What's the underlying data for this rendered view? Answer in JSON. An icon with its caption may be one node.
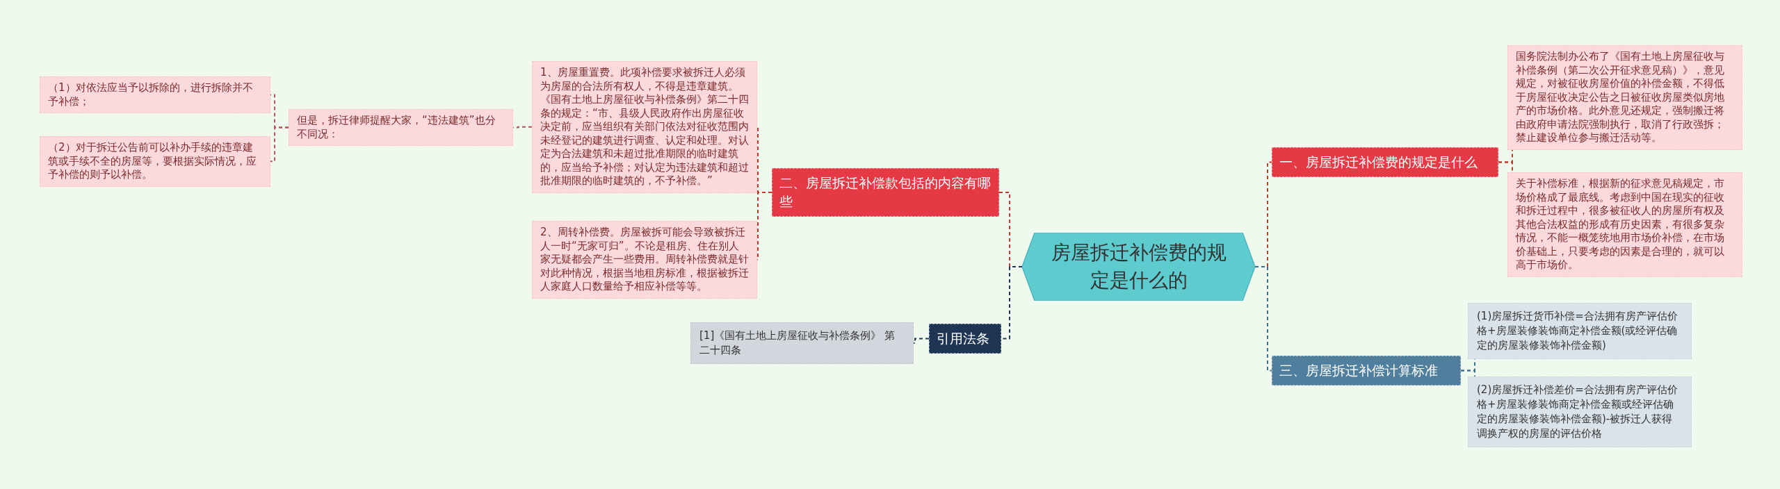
{
  "diagram": {
    "nodes": [
      {
        "text": [
          "房屋拆迁补偿费的规定是什么的"
        ]
      },
      {
        "text": [
          "一、房屋拆迁补偿费的规定是什么"
        ]
      },
      {
        "text": [
          "国务院法制办公布了《国有土地上房屋征收与补偿条例（第二次公开征求意见稿）》，意见规定，对被征收房屋价值的补偿金额，不得低于房屋征收决定公告之日被征收房屋类似房地产的市场价格。此外意见还规定，强制搬迁将由政府申请法院强制执行，取消了行政强拆；禁止建设单位参与搬迁活动等。"
        ]
      },
      {
        "text": [
          "关于补偿标准，根据新的征求意见稿规定，市场价格成了最底线。考虑到中国在现实的征收和拆迁过程中，很多被征收人的房屋所有权及其他合法权益的形成有历史因素，有很多复杂情况，不能一概笼统地用市场价补偿，在市场价基础上，只要考虑的因素是合理的，就可以高于市场价。"
        ]
      },
      {
        "text": [
          "三、房屋拆迁补偿计算标准"
        ]
      },
      {
        "text": [
          "(1)房屋拆迁货币补偿=合法拥有房产评估价格+房屋装修装饰商定补偿金额(或经评估确定的房屋装修装饰补偿金额)"
        ]
      },
      {
        "text": [
          "(2)房屋拆迁补偿差价=合法拥有房产评估价格+房屋装修装饰商定补偿金额或经评估确定的房屋装修装饰补偿金额)-被拆迁人获得调换产权的房屋的评估价格"
        ]
      },
      {
        "text": [
          "二、房屋拆迁补偿款包括的内容有哪些"
        ]
      },
      {
        "text": [
          "1、房屋重置费。此项补偿要求被拆迁人必须为房屋的合法所有权人，不得是违章建筑。《国有土地上房屋征收与补偿条例》第二十四条的规定：“市、县级人民政府作出房屋征收决定前，应当组织有关部门依法对征收范围内未经登记的建筑进行调查、认定和处理。对认定为合法建筑和未超过批准期限的临时建筑的，应当给予补偿；对认定为违法建筑和超过批准期限的临时建筑的，不予补偿。”"
        ]
      },
      {
        "text": [
          "2、周转补偿费。房屋被拆可能会导致被拆迁人一时“无家可归”。不论是租房、住在别人家无疑都会产生一些费用。周转补偿费就是针对此种情况，根据当地租房标准，根据被拆迁人家庭人口数量给予相应补偿等等。"
        ]
      },
      {
        "text": [
          "但是，拆迁律师提醒大家，“违法建筑”也分不同况："
        ]
      },
      {
        "text": [
          "（1）对依法应当予以拆除的，进行拆除并不予补偿；"
        ]
      },
      {
        "text": [
          "（2）对于拆迁公告前可以补办手续的违章建筑或手续不全的房屋等，要根据实际情况，应予补偿的则予以补偿。"
        ]
      },
      {
        "text": [
          "引用法条"
        ]
      },
      {
        "text": [
          "[1]《国有土地上房屋征收与补偿条例》 第二十四条"
        ]
      }
    ],
    "edges": [
      {
        "from": 0,
        "to": 1,
        "arrow": "none",
        "style": "dashed",
        "color": "#c0392b"
      },
      {
        "from": 1,
        "to": 2,
        "arrow": "none",
        "style": "dashed",
        "color": "#c0392b"
      },
      {
        "from": 1,
        "to": 3,
        "arrow": "none",
        "style": "dashed",
        "color": "#c0392b"
      },
      {
        "from": 0,
        "to": 4,
        "arrow": "none",
        "style": "dashed",
        "color": "#3d6e8f"
      },
      {
        "from": 4,
        "to": 5,
        "arrow": "none",
        "style": "dashed",
        "color": "#3d6e8f"
      },
      {
        "from": 4,
        "to": 6,
        "arrow": "none",
        "style": "dashed",
        "color": "#3d6e8f"
      },
      {
        "from": 0,
        "to": 7,
        "arrow": "none",
        "style": "dashed",
        "color": "#c0392b"
      },
      {
        "from": 7,
        "to": 8,
        "arrow": "none",
        "style": "dashed",
        "color": "#c0392b"
      },
      {
        "from": 7,
        "to": 9,
        "arrow": "none",
        "style": "dashed",
        "color": "#c0392b"
      },
      {
        "from": 8,
        "to": 10,
        "arrow": "none",
        "style": "dashed",
        "color": "#b5525c"
      },
      {
        "from": 10,
        "to": 11,
        "arrow": "none",
        "style": "dashed",
        "color": "#b5525c"
      },
      {
        "from": 10,
        "to": 12,
        "arrow": "none",
        "style": "dashed",
        "color": "#b5525c"
      },
      {
        "from": 0,
        "to": 13,
        "arrow": "none",
        "style": "dashed",
        "color": "#1e3553"
      },
      {
        "from": 13,
        "to": 14,
        "arrow": "none",
        "style": "dashed",
        "color": "#1e3553"
      }
    ]
  }
}
